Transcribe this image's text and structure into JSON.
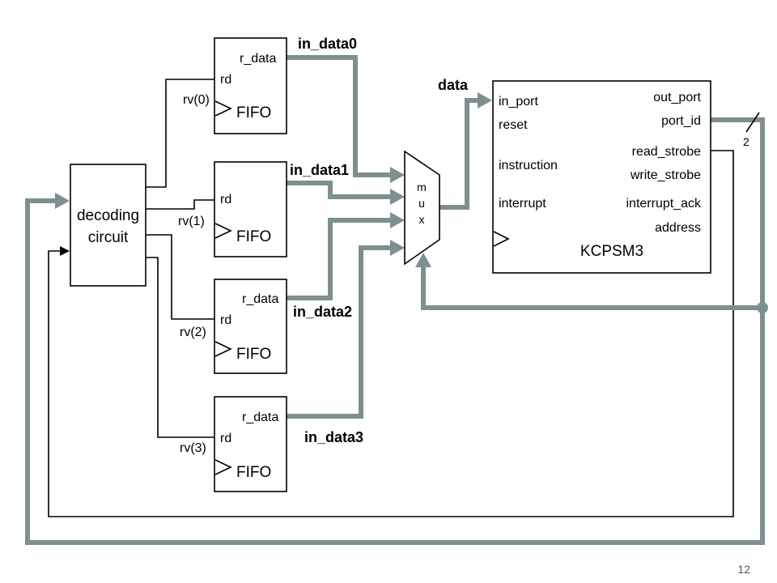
{
  "decoder": {
    "line1": "decoding",
    "line2": "circuit"
  },
  "fifos": [
    {
      "label": "FIFO",
      "rd": "rd",
      "r_data": "r_data",
      "rv": "rv(0)",
      "bus": "in_data0"
    },
    {
      "label": "FIFO",
      "rd": "rd",
      "r_data": "",
      "rv": "rv(1)",
      "bus": "in_data1"
    },
    {
      "label": "FIFO",
      "rd": "rd",
      "r_data": "r_data",
      "rv": "rv(2)",
      "bus": "in_data2"
    },
    {
      "label": "FIFO",
      "rd": "rd",
      "r_data": "r_data",
      "rv": "rv(3)",
      "bus": "in_data3"
    }
  ],
  "mux": {
    "letters": [
      "m",
      "u",
      "x"
    ],
    "output_label": "data"
  },
  "cpu": {
    "name": "KCPSM3",
    "left_ports": [
      "in_port",
      "reset",
      "instruction",
      "interrupt"
    ],
    "right_ports": [
      "out_port",
      "port_id",
      "read_strobe",
      "write_strobe",
      "interrupt_ack",
      "address"
    ]
  },
  "bus_width": "2",
  "page_number": "12",
  "colors": {
    "bus": "#7f8f8f",
    "wire": "#000000"
  }
}
